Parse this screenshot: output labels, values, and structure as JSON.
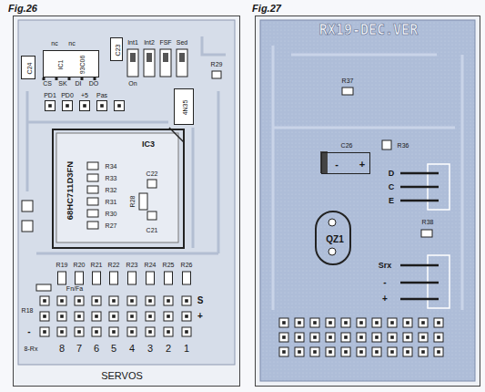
{
  "diagram": {
    "nodes": [
      {
        "text": [
          "Fig.26"
        ]
      },
      {
        "text": [
          "Fig.27"
        ]
      },
      {
        "text": [
          "C24"
        ],
        "in": 0
      },
      {
        "text": [
          "IC1",
          "93C06"
        ],
        "in": 0
      },
      {
        "text": [
          "C23"
        ],
        "in": 0
      },
      {
        "text": [
          "4N35"
        ],
        "in": 0
      },
      {
        "text": [
          "IC3",
          "68HC711D3FN"
        ],
        "in": 0
      },
      {
        "text": [
          "QZ1"
        ],
        "in": 1
      },
      {
        "text": [
          "C26",
          "-",
          "+"
        ],
        "in": 1
      }
    ],
    "labels": [
      "nc",
      "nc",
      "CS",
      "SK",
      "DI",
      "DO",
      "Int1",
      "Int2",
      "FSF",
      "Sed",
      "On",
      "R29",
      "PD1",
      "PD0",
      "+5",
      "Pas",
      "R34",
      "R33",
      "R32",
      "R31",
      "R30",
      "R27",
      "C22",
      "R28",
      "C21",
      "R19",
      "R20",
      "R21",
      "R22",
      "R23",
      "R24",
      "R25",
      "R26",
      "Fn/Fa",
      "R18",
      "S",
      "+",
      "-",
      "8-Rx",
      "8",
      "7",
      "6",
      "5",
      "4",
      "3",
      "2",
      "1",
      "SERVOS",
      "RX19-DEC.VER",
      "R37",
      "R36",
      "D",
      "C",
      "E",
      "R38",
      "Srx",
      "-",
      "+"
    ]
  }
}
